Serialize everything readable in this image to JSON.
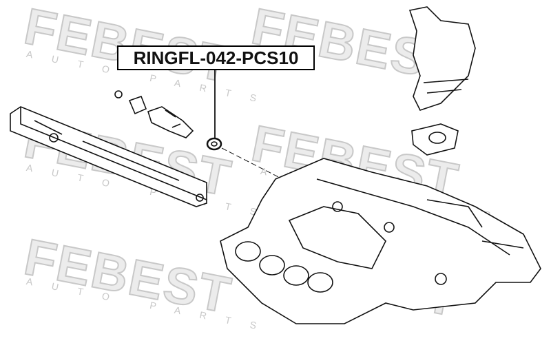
{
  "part_label": "RINGFL-042-PCS10",
  "watermark": {
    "brand": "FEBEST",
    "sub": "AUTO PARTS"
  }
}
